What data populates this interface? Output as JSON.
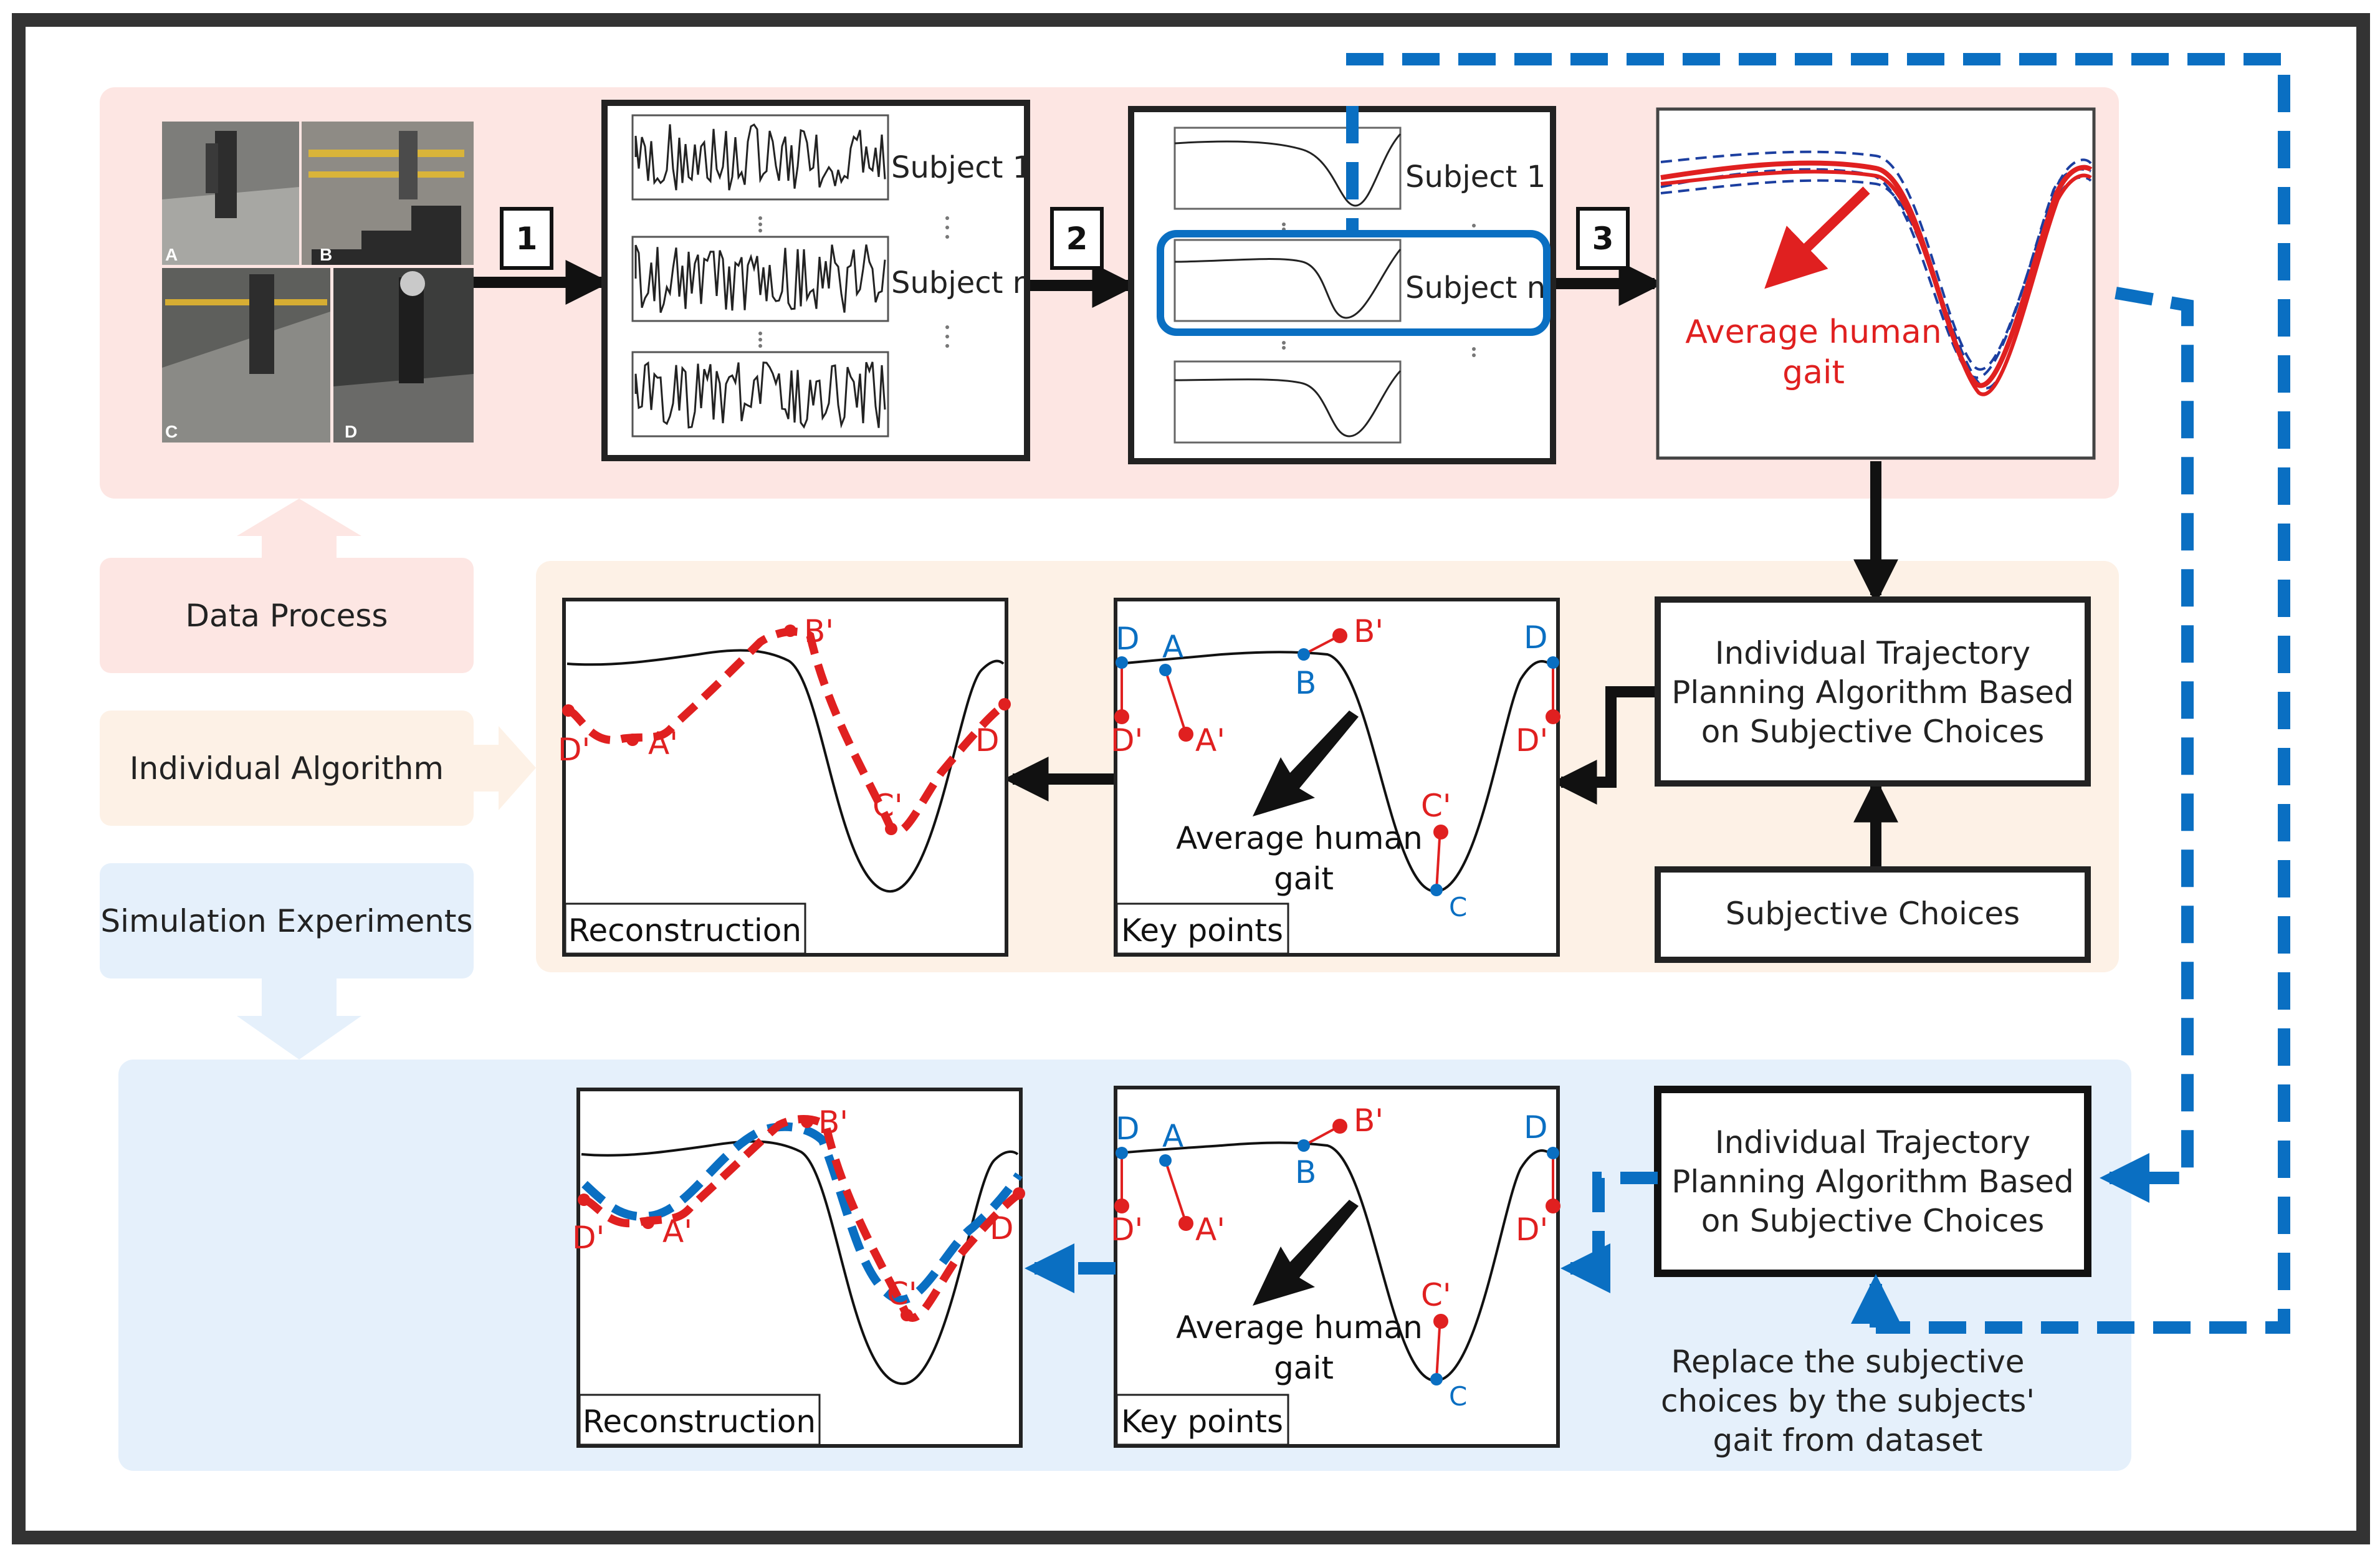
{
  "photos": [
    "A",
    "B",
    "C",
    "D"
  ],
  "steps": [
    "1",
    "2",
    "3"
  ],
  "emg": {
    "subject1": "Subject 1",
    "subjectn": "Subject n"
  },
  "curves": {
    "subject1": "Subject 1",
    "subjectn": "Subject n"
  },
  "average": {
    "line1": "Average human",
    "line2": "gait"
  },
  "sections": {
    "data_process": "Data Process",
    "individual_algorithm": "Individual Algorithm",
    "simulation_experiments": "Simulation Experiments"
  },
  "algorithm": {
    "line1": "Individual Trajectory",
    "line2": "Planning Algorithm Based",
    "line3": "on Subjective Choices"
  },
  "subjective_choices": "Subjective Choices",
  "replace_note": {
    "line1": "Replace the subjective",
    "line2": "choices by the subjects'",
    "line3": "gait from dataset"
  },
  "keypoints": {
    "label": "Key points",
    "points": {
      "A": "A",
      "B": "B",
      "C": "C",
      "D": "D"
    },
    "primes": {
      "A": "A'",
      "B": "B'",
      "C": "C'",
      "D": "D'"
    },
    "avg1": "Average human",
    "avg2": "gait"
  },
  "reconstruction": {
    "label": "Reconstruction"
  },
  "colors": {
    "red": "#e02020",
    "blue": "#0a6fc2",
    "pink_band": "#fde6e3",
    "orange_band": "#fdf1e6",
    "blue_band": "#e5f0fb",
    "frame": "#333333"
  }
}
